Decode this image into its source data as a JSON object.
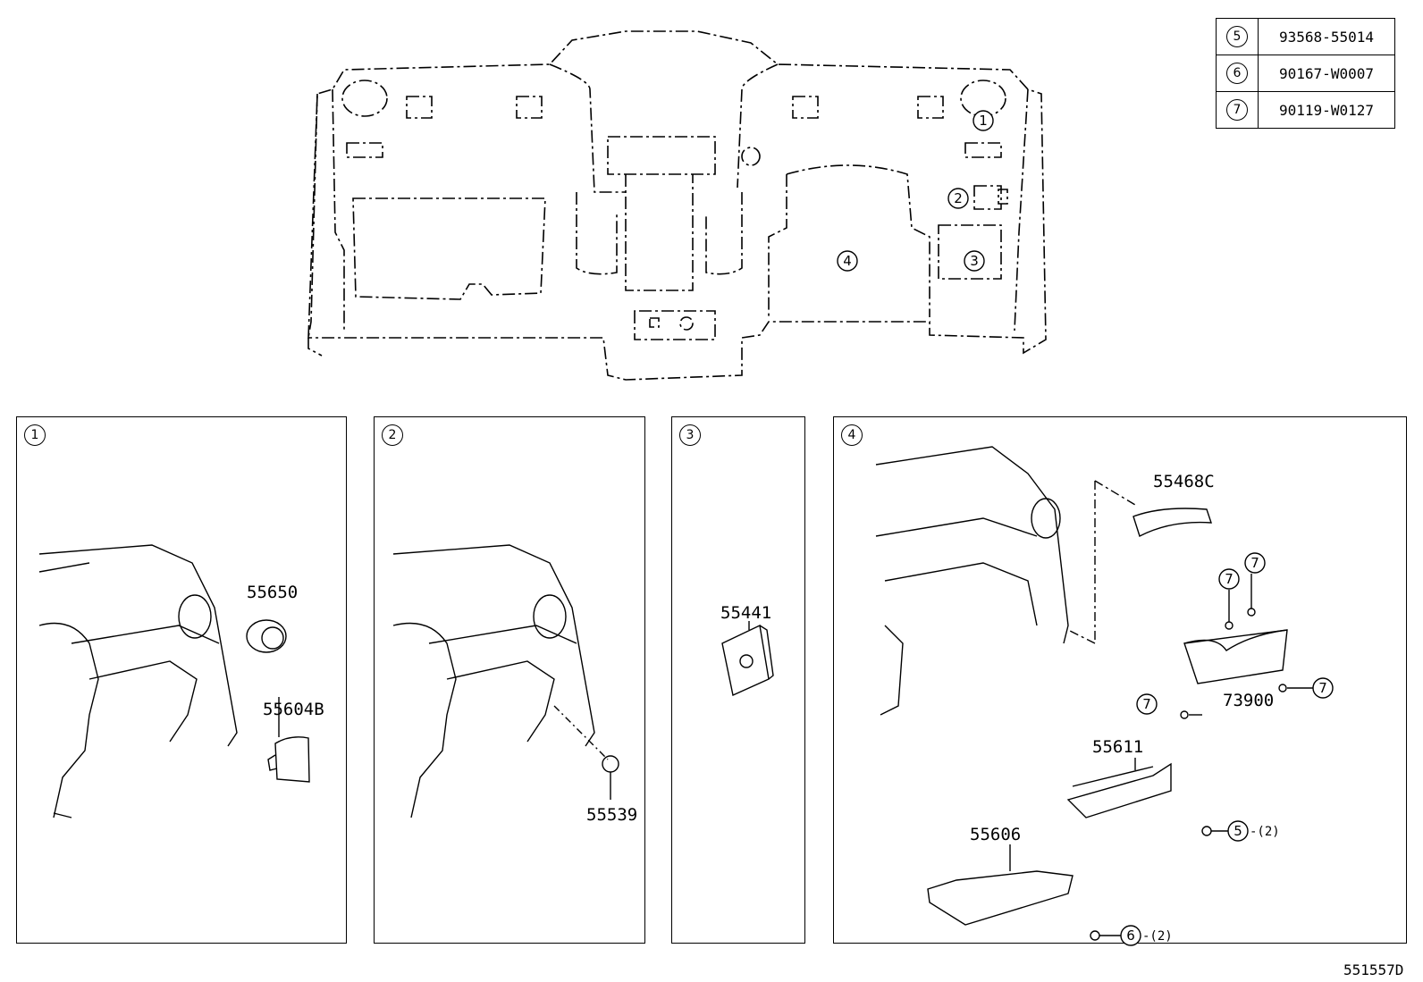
{
  "fastener_table": [
    {
      "key": "5",
      "part_no": "93568-55014"
    },
    {
      "key": "6",
      "part_no": "90167-W0007"
    },
    {
      "key": "7",
      "part_no": "90119-W0127"
    }
  ],
  "overview": {
    "callouts": [
      "1",
      "2",
      "3",
      "4"
    ]
  },
  "panels": [
    {
      "num": "1",
      "parts": [
        "55650",
        "55604B"
      ]
    },
    {
      "num": "2",
      "parts": [
        "55539"
      ]
    },
    {
      "num": "3",
      "parts": [
        "55441"
      ]
    },
    {
      "num": "4",
      "parts": [
        "55468C",
        "73900",
        "55611",
        "55606"
      ]
    }
  ],
  "panel4_refs": {
    "seven_a": "7",
    "seven_b": "7",
    "seven_c": "7",
    "seven_d": "7",
    "five": "5",
    "five_qty": "-(2)",
    "six": "6",
    "six_qty": "-(2)"
  },
  "drawing_number": "551557D"
}
